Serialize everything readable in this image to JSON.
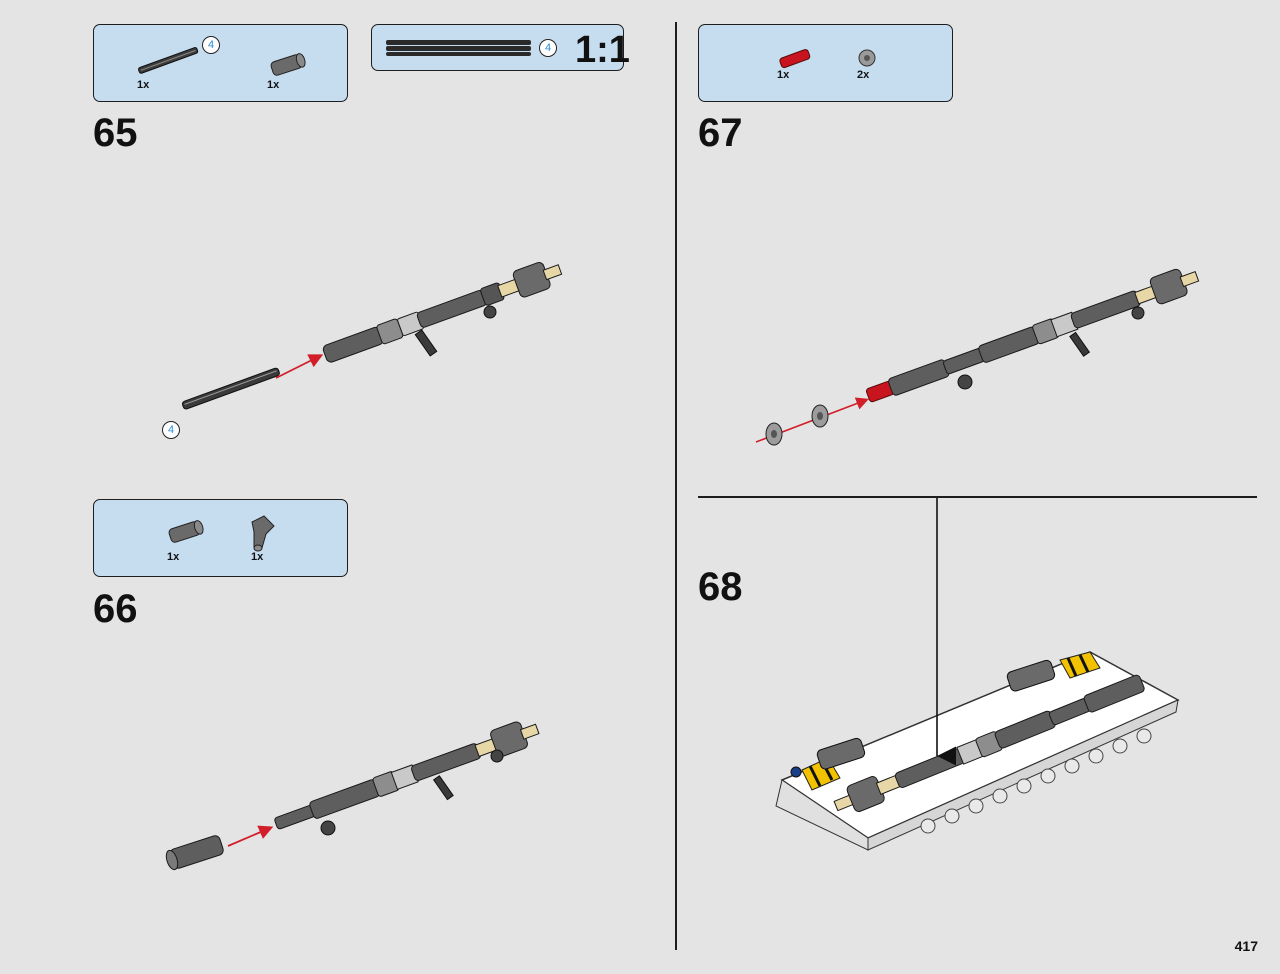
{
  "page_number": "417",
  "scale_callout": {
    "text": "1:1",
    "length": "4"
  },
  "steps": [
    {
      "number": "65",
      "parts": [
        {
          "qty": "1x",
          "name": "axle"
        },
        {
          "qty": "1x",
          "name": "connector"
        }
      ],
      "axle_length": "4",
      "assembly_length": "4"
    },
    {
      "number": "66",
      "parts": [
        {
          "qty": "1x",
          "name": "connector"
        },
        {
          "qty": "1x",
          "name": "angle-connector"
        }
      ]
    },
    {
      "number": "67",
      "parts": [
        {
          "qty": "1x",
          "name": "red-axle"
        },
        {
          "qty": "2x",
          "name": "bush"
        }
      ]
    },
    {
      "number": "68",
      "parts": []
    }
  ],
  "colors": {
    "callout_bg": "#c6dcef",
    "arrow": "#d21e28",
    "badge_text": "#2a8ad6",
    "page_bg": "#e4e4e4"
  }
}
